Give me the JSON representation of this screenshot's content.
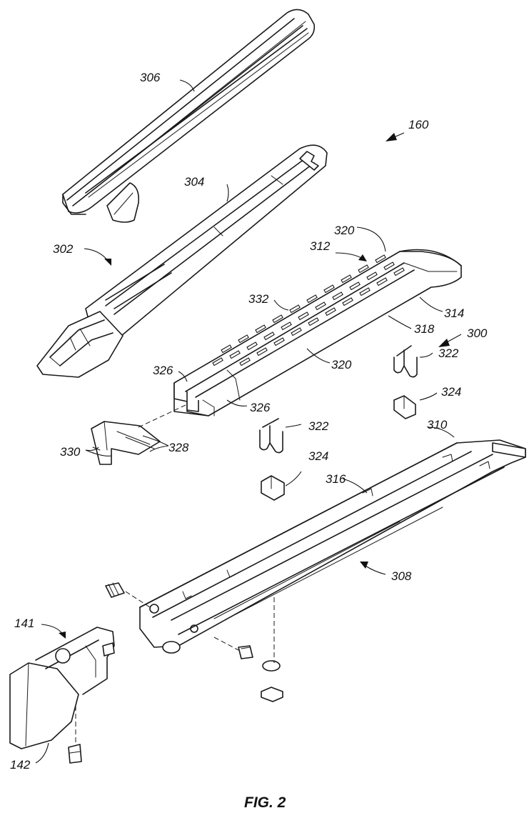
{
  "figure": {
    "caption": "FIG. 2",
    "labels": {
      "l160": "160",
      "l306": "306",
      "l304": "304",
      "l302": "302",
      "l320a": "320",
      "l312": "312",
      "l332": "332",
      "l314": "314",
      "l318": "318",
      "l300": "300",
      "l320b": "320",
      "l326a": "326",
      "l326b": "326",
      "l322a": "322",
      "l324a": "324",
      "l328": "328",
      "l330": "330",
      "l322b": "322",
      "l324b": "324",
      "l310": "310",
      "l316": "316",
      "l308": "308",
      "l141": "141",
      "l142": "142"
    }
  }
}
